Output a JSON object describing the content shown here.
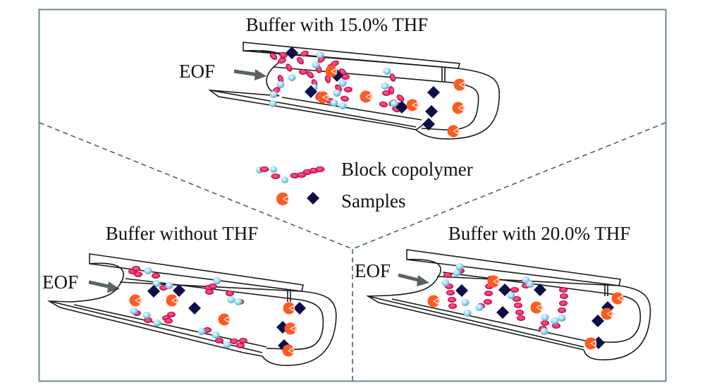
{
  "colors": {
    "frame": "#6f8a92",
    "divider": "#3f6670",
    "capillary_stroke": "#1a1a1a",
    "arrow": "#5a6266",
    "hydrophobic_block": "#e8236f",
    "hydrophobic_rim": "#b0102f",
    "hydrophilic_block": "#8fd3ea",
    "hydrophilic_rim": "#3d8fb3",
    "sample_circle": "#ff5a1f",
    "sample_diamond": "#0c0f4a"
  },
  "legend": {
    "copolymer_label": "Block copolymer",
    "samples_label": "Samples"
  },
  "panels": [
    {
      "id": "thf-15",
      "title": "Buffer with 15.0% THF",
      "flow_label": "EOF"
    },
    {
      "id": "no-thf",
      "title": "Buffer without THF",
      "flow_label": "EOF"
    },
    {
      "id": "thf-20",
      "title": "Buffer with 20.0% THF",
      "flow_label": "EOF"
    }
  ]
}
